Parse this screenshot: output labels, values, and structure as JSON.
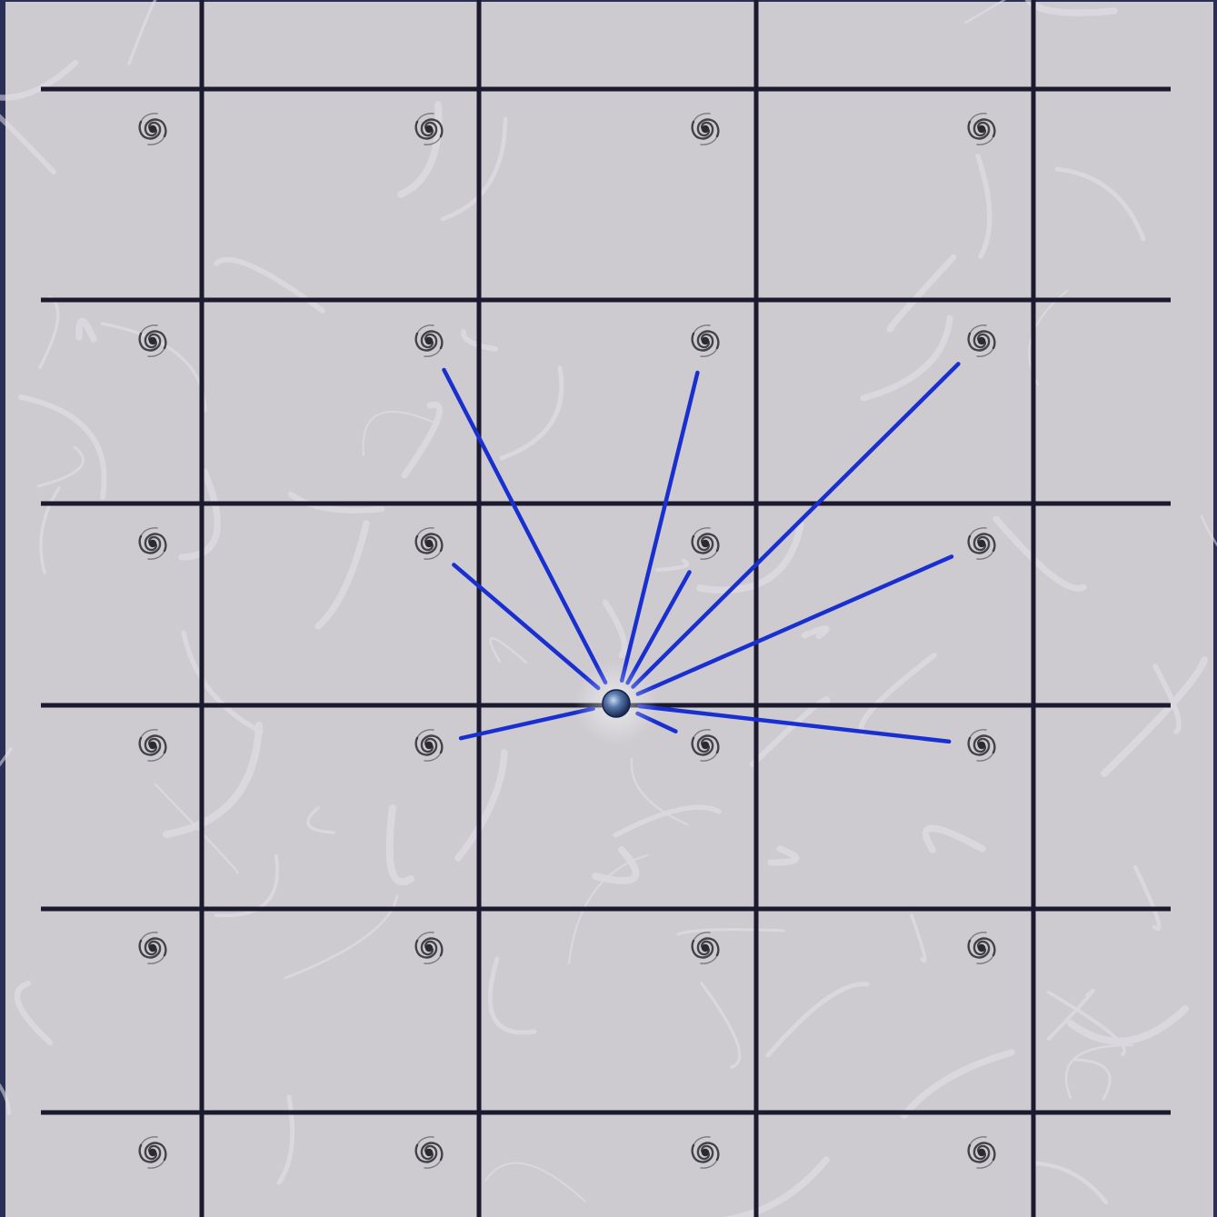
{
  "diagram": {
    "grid": {
      "columns": 4,
      "rows": 6
    },
    "colors": {
      "frame": "#2a2f55",
      "panel": "#cdcbd0",
      "filaments": "#e6e2ea",
      "grid_lines": "#1b1a2e",
      "sight_lines": "#1a2fd0",
      "galaxy": "#2a2a30",
      "observer": "#2f4f88"
    },
    "icons": {
      "galaxy": "spiral-galaxy-icon",
      "observer": "earth-icon"
    },
    "galaxies": [
      {
        "row": 0,
        "col": 0
      },
      {
        "row": 0,
        "col": 1
      },
      {
        "row": 0,
        "col": 2
      },
      {
        "row": 0,
        "col": 3
      },
      {
        "row": 1,
        "col": 0
      },
      {
        "row": 1,
        "col": 1
      },
      {
        "row": 1,
        "col": 2
      },
      {
        "row": 1,
        "col": 3
      },
      {
        "row": 2,
        "col": 0
      },
      {
        "row": 2,
        "col": 1
      },
      {
        "row": 2,
        "col": 2
      },
      {
        "row": 2,
        "col": 3
      },
      {
        "row": 3,
        "col": 0
      },
      {
        "row": 3,
        "col": 1
      },
      {
        "row": 3,
        "col": 2
      },
      {
        "row": 3,
        "col": 3
      },
      {
        "row": 4,
        "col": 0
      },
      {
        "row": 4,
        "col": 1
      },
      {
        "row": 4,
        "col": 2
      },
      {
        "row": 4,
        "col": 3
      },
      {
        "row": 5,
        "col": 0
      },
      {
        "row": 5,
        "col": 1
      },
      {
        "row": 5,
        "col": 2
      },
      {
        "row": 5,
        "col": 3
      }
    ],
    "observer": {
      "between_rows": [
        2,
        3
      ],
      "col": 2
    },
    "sight_lines": [
      {
        "to": {
          "row": 1,
          "col": 1
        }
      },
      {
        "to": {
          "row": 1,
          "col": 2
        }
      },
      {
        "to": {
          "row": 1,
          "col": 3
        }
      },
      {
        "to": {
          "row": 2,
          "col": 1
        }
      },
      {
        "to": {
          "row": 2,
          "col": 2
        }
      },
      {
        "to": {
          "row": 2,
          "col": 3
        }
      },
      {
        "to": {
          "row": 3,
          "col": 1
        }
      },
      {
        "to": {
          "row": 3,
          "col": 2
        }
      },
      {
        "to": {
          "row": 3,
          "col": 3
        }
      }
    ]
  }
}
